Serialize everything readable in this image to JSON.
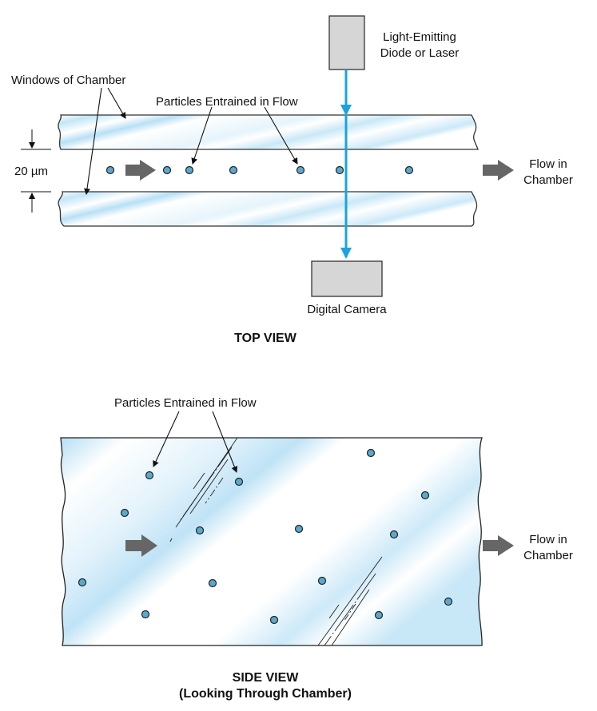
{
  "top_view": {
    "title": "TOP VIEW",
    "light_source_label": [
      "Light-Emitting",
      "Diode or Laser"
    ],
    "camera_label": "Digital Camera",
    "windows_label": "Windows of Chamber",
    "particles_label": "Particles Entrained in Flow",
    "gap_label": "20 µm",
    "flow_label": [
      "Flow in",
      "Chamber"
    ]
  },
  "side_view": {
    "title": "SIDE VIEW",
    "subtitle": "(Looking Through Chamber)",
    "particles_label": "Particles Entrained in Flow",
    "flow_label": [
      "Flow in",
      "Chamber"
    ]
  },
  "colors": {
    "particle_fill": "#5aa9cc",
    "beam": "#1aa3e0",
    "device_fill": "#d6d6d6",
    "arrow_fill": "#666666",
    "glass_tint": "#bfe3f5"
  }
}
